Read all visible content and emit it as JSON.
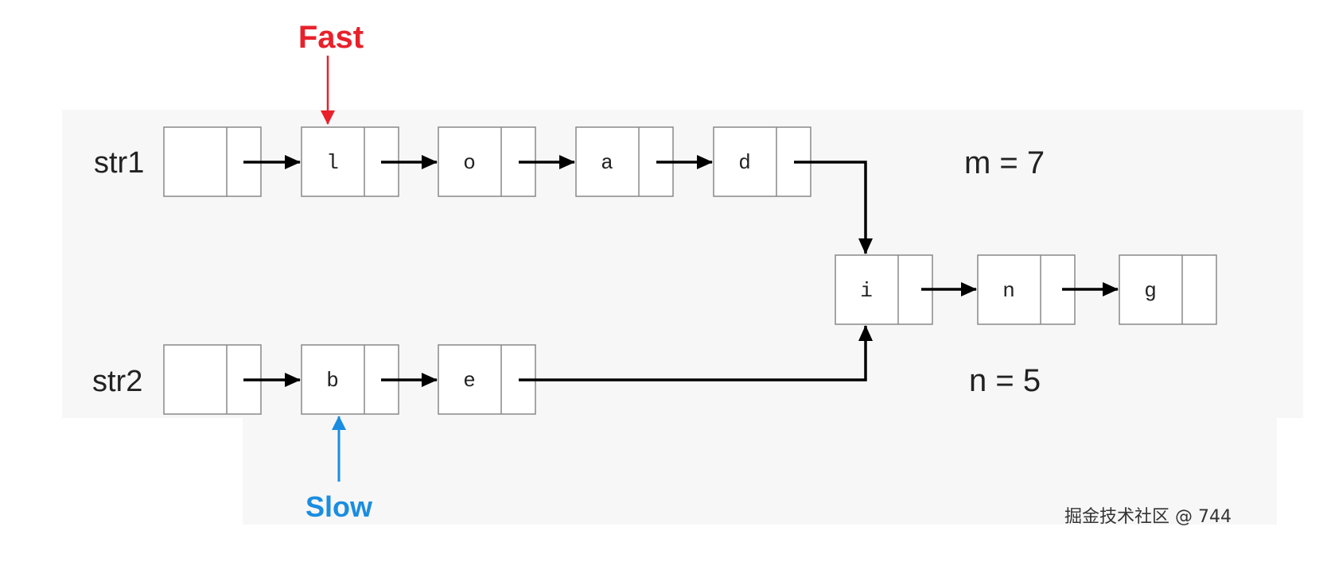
{
  "labels": {
    "str1": "str1",
    "str2": "str2",
    "m_info": "m = 7",
    "n_info": "n = 5",
    "fast": "Fast",
    "slow": "Slow",
    "watermark": "掘金技术社区 @ 744"
  },
  "nodes": {
    "s1_head": "",
    "l": "l",
    "o": "o",
    "a": "a",
    "d": "d",
    "s2_head": "",
    "b": "b",
    "e": "e",
    "i": "i",
    "n": "n",
    "g": "g"
  },
  "colors": {
    "fast": "#e8212b",
    "slow": "#1a8de0",
    "line": "#000000",
    "node_border": "#888888"
  }
}
